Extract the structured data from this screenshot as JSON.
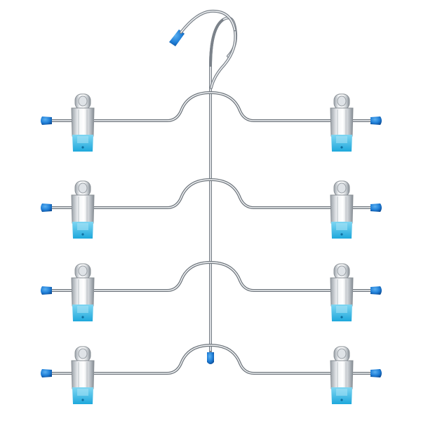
{
  "image": {
    "subject": "multi-tier-clip-hanger",
    "tier_count": 4,
    "clips_per_tier": 2,
    "colors": {
      "background": "#ffffff",
      "chrome_light": "#f4f6f8",
      "chrome_mid": "#c9ced3",
      "chrome_dark": "#6e757c",
      "cap_blue": "#1f7fd8",
      "cap_blue_dark": "#0d4f9a",
      "clip_pad_teal": "#29b3e3",
      "clip_pad_teal_light": "#7fd6f2"
    }
  }
}
